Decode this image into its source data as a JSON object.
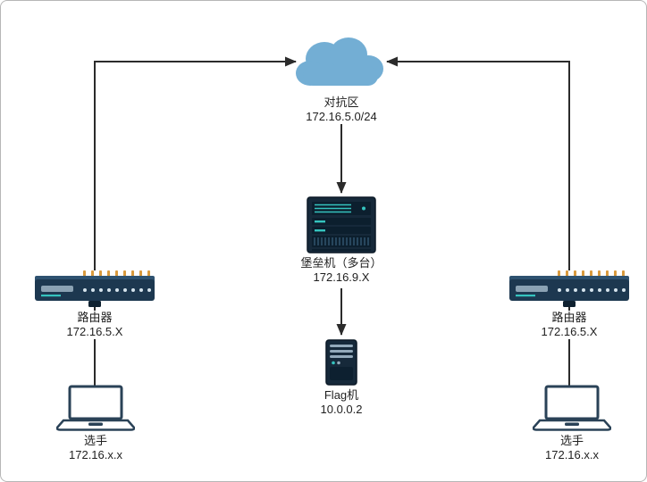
{
  "diagram": {
    "nodes": {
      "cloud": {
        "label": "对抗区",
        "ip": "172.16.5.0/24"
      },
      "bastion": {
        "label": "堡垒机（多台）",
        "ip": "172.16.9.X"
      },
      "flag": {
        "label": "Flag机",
        "ip": "10.0.0.2"
      },
      "router_left": {
        "label": "路由器",
        "ip": "172.16.5.X"
      },
      "router_right": {
        "label": "路由器",
        "ip": "172.16.5.X"
      },
      "player_left": {
        "label": "选手",
        "ip": "172.16.x.x"
      },
      "player_right": {
        "label": "选手",
        "ip": "172.16.x.x"
      }
    },
    "connections": [
      {
        "from": "router_left",
        "to": "cloud",
        "arrow": true
      },
      {
        "from": "router_right",
        "to": "cloud",
        "arrow": true
      },
      {
        "from": "cloud",
        "to": "bastion",
        "arrow": true
      },
      {
        "from": "bastion",
        "to": "flag",
        "arrow": true
      },
      {
        "from": "router_left",
        "to": "player_left",
        "arrow": false
      },
      {
        "from": "router_right",
        "to": "player_right",
        "arrow": false
      }
    ],
    "icons": {
      "cloud": "cloud-icon",
      "bastion": "rack-server-icon",
      "flag": "tower-server-icon",
      "router_left": "router-icon",
      "router_right": "router-icon",
      "player_left": "laptop-icon",
      "player_right": "laptop-icon"
    },
    "colors": {
      "device_body": "#16293a",
      "device_panel": "#0c1f2e",
      "router_body": "#1d3850",
      "accent_teal": "#35c4bf",
      "cloud_blue": "#73aed4",
      "port_gold": "#d99a3d",
      "wire": "#2b2b2b",
      "laptop_stroke": "#2a4257"
    }
  }
}
